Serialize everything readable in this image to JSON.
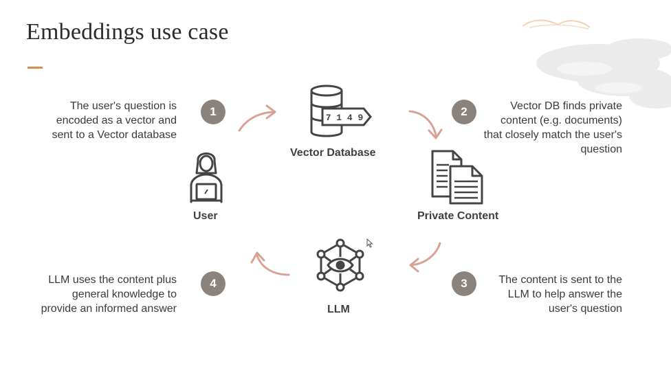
{
  "title": "Embeddings use case",
  "colors": {
    "accent": "#d98b4e",
    "arrow": "#d9a293",
    "badge": "#8a837d",
    "icon_stroke": "#444444"
  },
  "steps": [
    {
      "number": "1",
      "text": "The user's question is encoded as a vector and sent to a Vector database"
    },
    {
      "number": "2",
      "text": "Vector DB finds private content (e.g. documents) that closely match the user's question"
    },
    {
      "number": "3",
      "text": "The content is sent to the LLM to help answer the user's question"
    },
    {
      "number": "4",
      "text": "LLM uses the content plus general knowledge to provide an informed answer"
    }
  ],
  "nodes": {
    "vector_db": {
      "label": "Vector Database",
      "icon": "database-icon",
      "code": "7 1 4 9"
    },
    "private_content": {
      "label": "Private Content",
      "icon": "documents-icon"
    },
    "user": {
      "label": "User",
      "icon": "user-laptop-icon"
    },
    "llm": {
      "label": "LLM",
      "icon": "neural-network-icon"
    }
  }
}
